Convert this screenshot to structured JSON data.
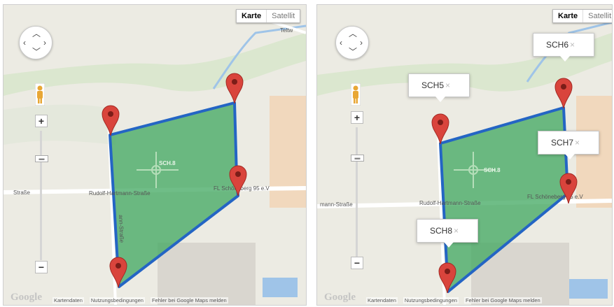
{
  "map_type": {
    "map_label": "Karte",
    "satellite_label": "Satellit"
  },
  "map_left": {
    "place_labels": {
      "top_right": "Teltw",
      "street_left": "Straße",
      "street_main": "Rudolf-Hartmann-Straße",
      "club": "FL Schöneberg 95 e.V",
      "vertical_street": "ann-Straße",
      "center_name": "SCH.8"
    },
    "zoom": {
      "in": "+",
      "out": "−"
    },
    "footer": {
      "logo": "Google",
      "map_data": "Kartendaten",
      "terms": "Nutzungsbedingungen",
      "report": "Fehler bei Google Maps melden"
    }
  },
  "map_right": {
    "place_labels": {
      "street_left": "mann-Straße",
      "street_main": "Rudolf-Hartmann-Straße",
      "club": "FL Schöneberg 95 e.V",
      "center_name": "SCH.8"
    },
    "zoom": {
      "in": "+",
      "out": "−"
    },
    "info_windows": [
      {
        "label": "SCH5",
        "close": "×"
      },
      {
        "label": "SCH6",
        "close": "×"
      },
      {
        "label": "SCH7",
        "close": "×"
      },
      {
        "label": "SCH8",
        "close": "×"
      }
    ],
    "footer": {
      "logo": "Google",
      "map_data": "Kartendaten",
      "terms": "Nutzungsbedingungen",
      "report": "Fehler bei Google Maps melden"
    }
  },
  "colors": {
    "polygon_fill": "#3fa75f",
    "polygon_stroke": "#2465c4",
    "marker": "#d9443c",
    "road": "#ffffff",
    "water": "#9fc4e8"
  },
  "icons": {
    "pan": "pan-control-icon",
    "pegman": "pegman-icon",
    "marker": "map-marker-icon",
    "close": "close-icon"
  }
}
